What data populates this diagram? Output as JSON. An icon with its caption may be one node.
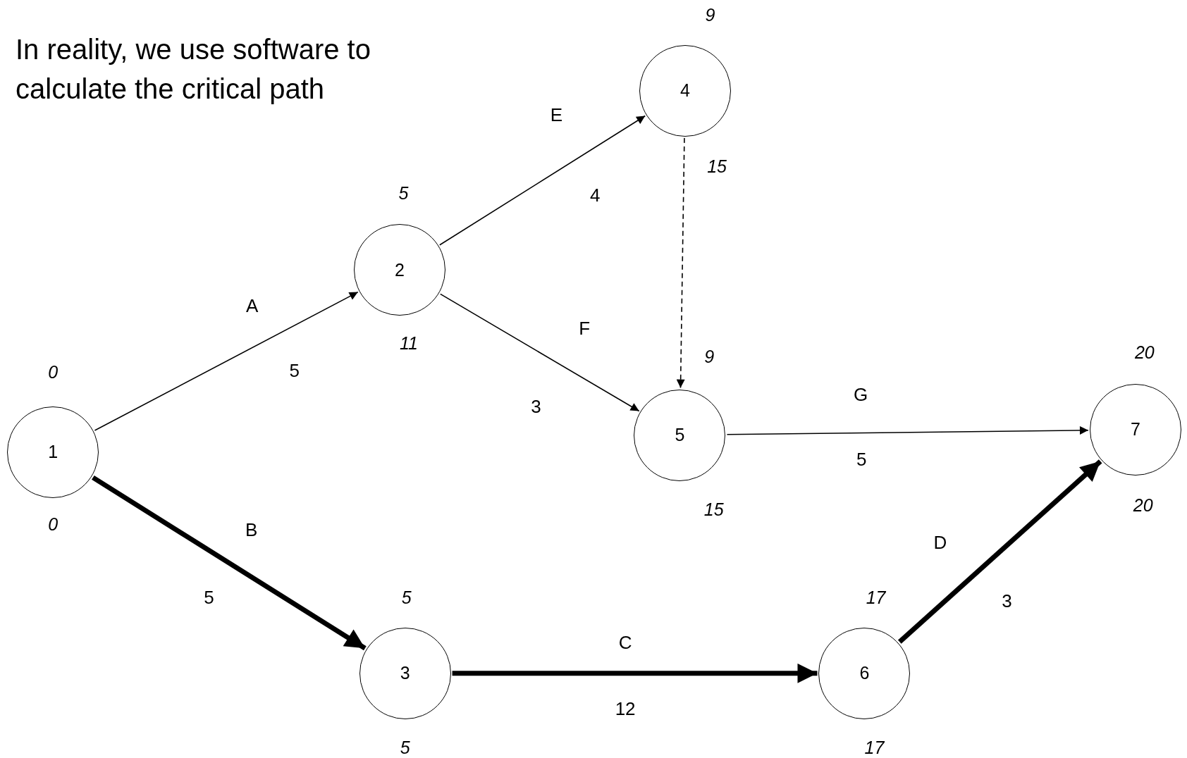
{
  "diagram": {
    "nodes": [
      {
        "text": [
          "1"
        ],
        "beside": [
          "0",
          "0"
        ]
      },
      {
        "text": [
          "2"
        ],
        "beside": [
          "5",
          "11"
        ]
      },
      {
        "text": [
          "3"
        ],
        "beside": [
          "5",
          "5"
        ]
      },
      {
        "text": [
          "4"
        ],
        "beside": [
          "9",
          "15"
        ]
      },
      {
        "text": [
          "5"
        ],
        "beside": [
          "9",
          "15"
        ]
      },
      {
        "text": [
          "6"
        ],
        "beside": [
          "17",
          "17"
        ]
      },
      {
        "text": [
          "7"
        ],
        "beside": [
          "20",
          "20"
        ]
      }
    ],
    "edges": [
      {
        "from": 0,
        "to": 1,
        "arrow": "to",
        "label": "A"
      },
      {
        "from": 1,
        "to": 3,
        "arrow": "to",
        "label": "E"
      },
      {
        "from": 1,
        "to": 4,
        "arrow": "to",
        "label": "F"
      },
      {
        "from": 3,
        "to": 4,
        "arrow": "to",
        "style": "dashed"
      },
      {
        "from": 4,
        "to": 6,
        "arrow": "to",
        "label": "G"
      },
      {
        "from": 0,
        "to": 2,
        "arrow": "to",
        "label": "B",
        "style": "thick"
      },
      {
        "from": 2,
        "to": 5,
        "arrow": "to",
        "label": "C",
        "style": "thick"
      },
      {
        "from": 5,
        "to": 6,
        "arrow": "to",
        "label": "D",
        "style": "thick"
      }
    ],
    "labels": [
      "In reality, we use software to calculate the critical path",
      "5",
      "4",
      "3",
      "5",
      "5",
      "12",
      "3"
    ]
  }
}
